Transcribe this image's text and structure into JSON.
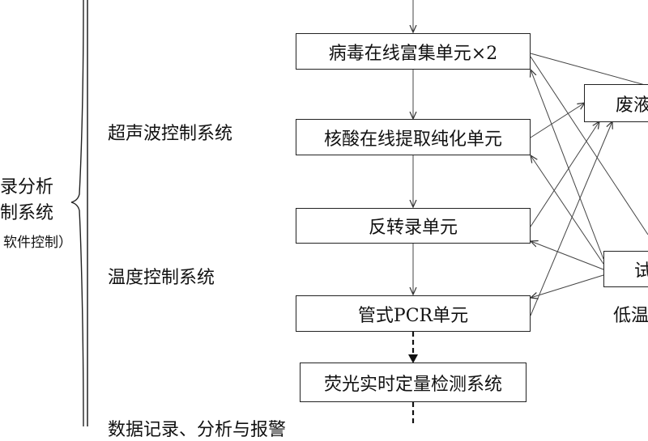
{
  "left_group": {
    "line1": "录分析",
    "line2": "制系统",
    "line3": "软件控制）"
  },
  "subsystems": {
    "ultrasonic": "超声波控制系统",
    "temperature": "温度控制系统",
    "data_record": "数据记录、分析与报警"
  },
  "units": {
    "virus_enrich": "病毒在线富集单元×2",
    "nucleic_extract": "核酸在线提取纯化单元",
    "reverse_transcription": "反转录单元",
    "tube_pcr": "管式PCR单元",
    "fluorescence": "荧光实时定量检测系统"
  },
  "right_side": {
    "waste": "废液",
    "reagent": "试",
    "low_temp": "低温"
  },
  "colors": {
    "line": "#222222",
    "arrow_gray": "#555555"
  }
}
